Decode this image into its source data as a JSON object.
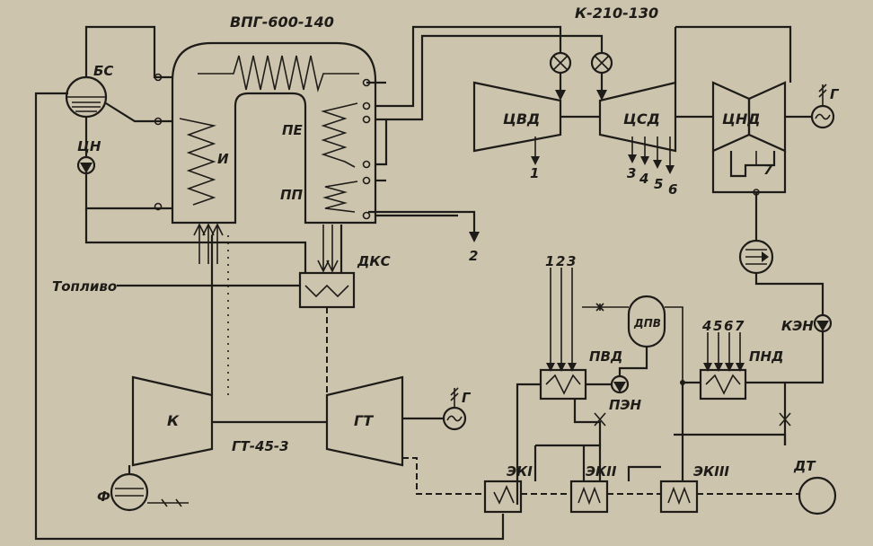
{
  "labels": {
    "vpg": "ВПГ-600-140",
    "turbine": "К-210-130",
    "bs": "БС",
    "cn": "ЦН",
    "i": "И",
    "pe": "ПЕ",
    "pp": "ПП",
    "cvd": "ЦВД",
    "csd": "ЦСД",
    "cnd": "ЦНД",
    "g1": "Г",
    "g2": "Г",
    "dks": "ДКС",
    "fuel": "Топливо",
    "k": "К",
    "gt": "ГТ",
    "gt_model": "ГТ-45-3",
    "f": "Ф",
    "ken": "КЭН",
    "dpv": "ДПВ",
    "pvd": "ПВД",
    "pnd": "ПНД",
    "pen": "ПЭН",
    "ek1": "ЭКI",
    "ek2": "ЭКII",
    "ek3": "ЭКIII",
    "dt": "ДТ"
  },
  "numbers": {
    "e1": "1",
    "e2": "2",
    "e3": "3",
    "e4": "4",
    "e5": "5",
    "e6": "6",
    "e7": "7",
    "pvd_in": [
      "1",
      "2",
      "3"
    ],
    "pnd_in": [
      "4",
      "5",
      "6",
      "7"
    ]
  }
}
